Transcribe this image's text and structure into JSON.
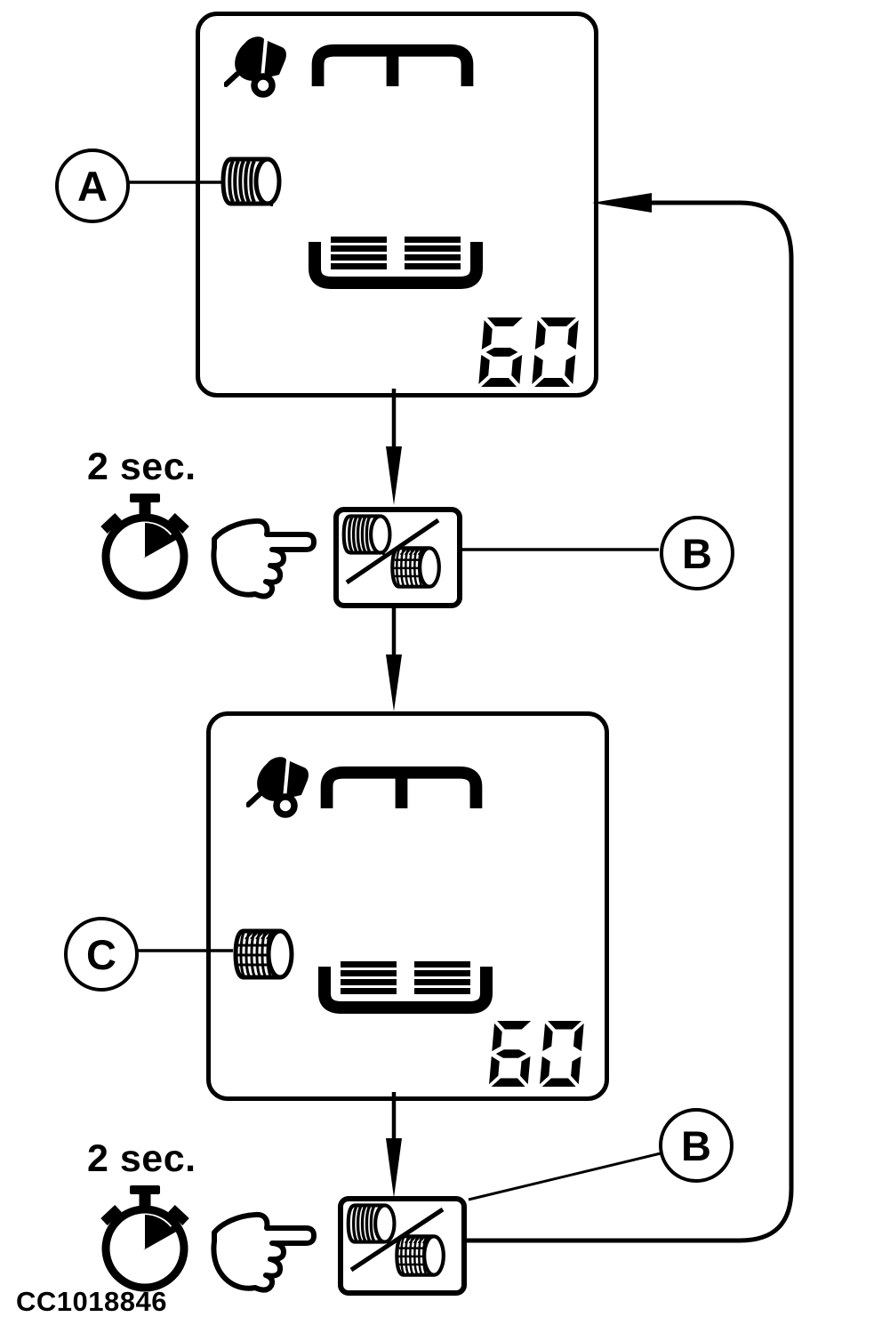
{
  "figure": {
    "code": "CC1018846"
  },
  "callouts": {
    "a": "A",
    "b": "B",
    "c": "C"
  },
  "timing": {
    "hold_label": "2 sec."
  },
  "screens": {
    "twine": {
      "mode": "twine-wrap-mode",
      "bale_count": "60"
    },
    "net": {
      "mode": "net-wrap-mode",
      "bale_count": "60"
    }
  },
  "icons": {
    "baler": "round-baler-icon",
    "chamber_top": "bale-chamber-top-view-icon",
    "chamber_bottom": "bale-discharge-grid-icon",
    "twine_bale": "twine-wrapped-bale-icon",
    "net_bale": "net-wrapped-bale-icon",
    "stopwatch": "stopwatch-icon",
    "hand": "pointing-hand-icon",
    "select_button": "twine-net-select-button"
  },
  "colors": {
    "ink": "#000000",
    "background": "#ffffff"
  }
}
